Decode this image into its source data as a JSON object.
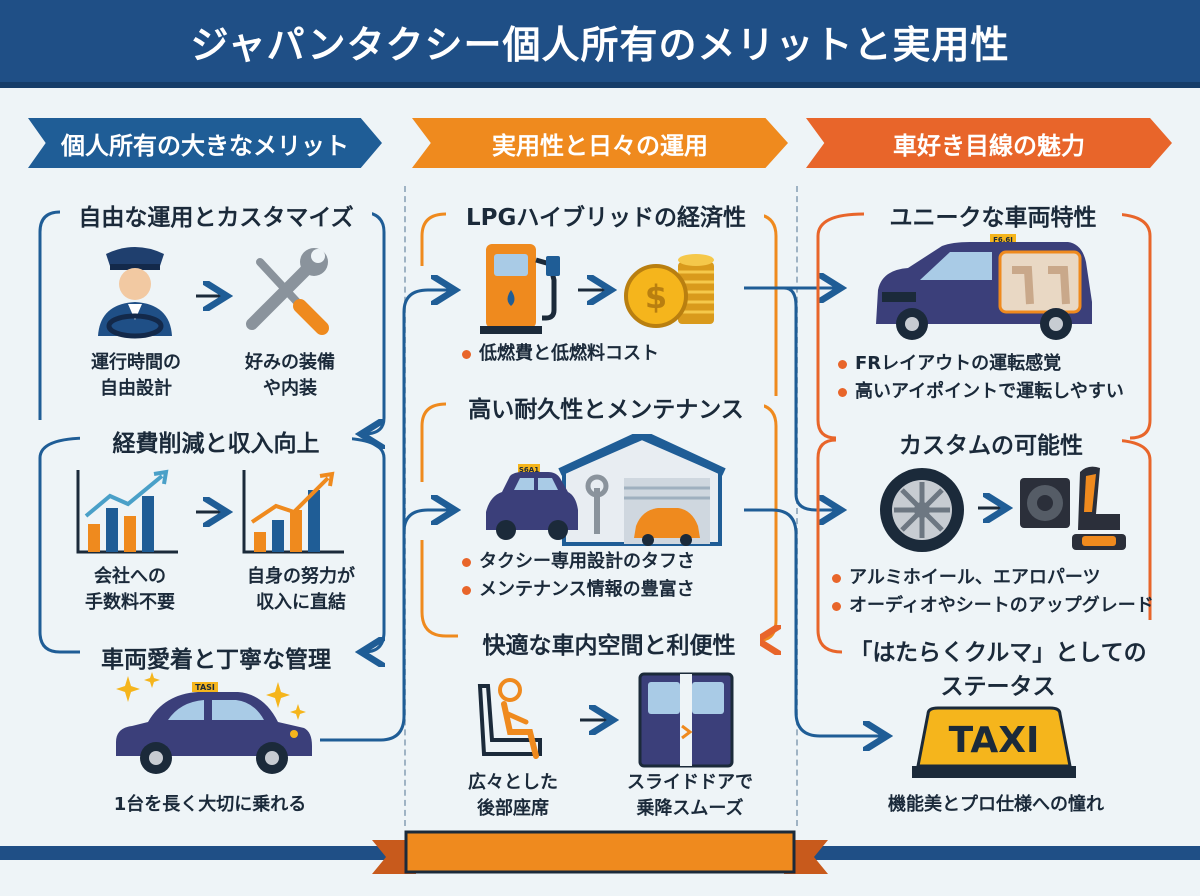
{
  "title": "ジャパンタクシー個人所有のメリットと実用性",
  "columns": [
    {
      "heading": "個人所有の大きなメリット",
      "sections": [
        {
          "title": "自由な運用とカスタマイズ",
          "captions": [
            "運行時間の\n自由設計",
            "好みの装備\nや内装"
          ]
        },
        {
          "title": "経費削減と収入向上",
          "captions": [
            "会社への\n手数料不要",
            "自身の努力が\n収入に直結"
          ]
        },
        {
          "title": "車両愛着と丁寧な管理",
          "captions": [
            "1台を長く大切に乗れる"
          ]
        }
      ]
    },
    {
      "heading": "実用性と日々の運用",
      "sections": [
        {
          "title": "LPGハイブリッドの経済性",
          "bullets": [
            "低燃費と低燃料コスト"
          ]
        },
        {
          "title": "高い耐久性とメンテナンス",
          "bullets": [
            "タクシー専用設計のタフさ",
            "メンテナンス情報の豊富さ"
          ]
        },
        {
          "title": "快適な車内空間と利便性",
          "captions": [
            "広々とした\n後部座席",
            "スライドドアで\n乗降スムーズ"
          ]
        }
      ]
    },
    {
      "heading": "車好き目線の魅力",
      "sections": [
        {
          "title": "ユニークな車両特性",
          "bullets": [
            "FRレイアウトの運転感覚",
            "高いアイポイントで運転しやすい"
          ]
        },
        {
          "title": "カスタムの可能性",
          "bullets": [
            "アルミホイール、エアロパーツ",
            "オーディオやシートのアップグレード"
          ]
        },
        {
          "title": "「はたらくクルマ」としての\nステータス",
          "captions": [
            "機能美とプロ仕様への憧れ"
          ]
        }
      ]
    }
  ],
  "icon_text": {
    "taxi_sign": "TAXI",
    "taxi_roof_small": "TASI",
    "taxi_roof_garage": "S6A1",
    "taxi_roof_unique": "F6.6I",
    "coin_symbol": "$"
  },
  "colors": {
    "navy": "#1f4f86",
    "blue": "#1f5d96",
    "orange": "#ef8a1e",
    "deep_orange": "#e8652a",
    "background": "#eef4f7"
  }
}
